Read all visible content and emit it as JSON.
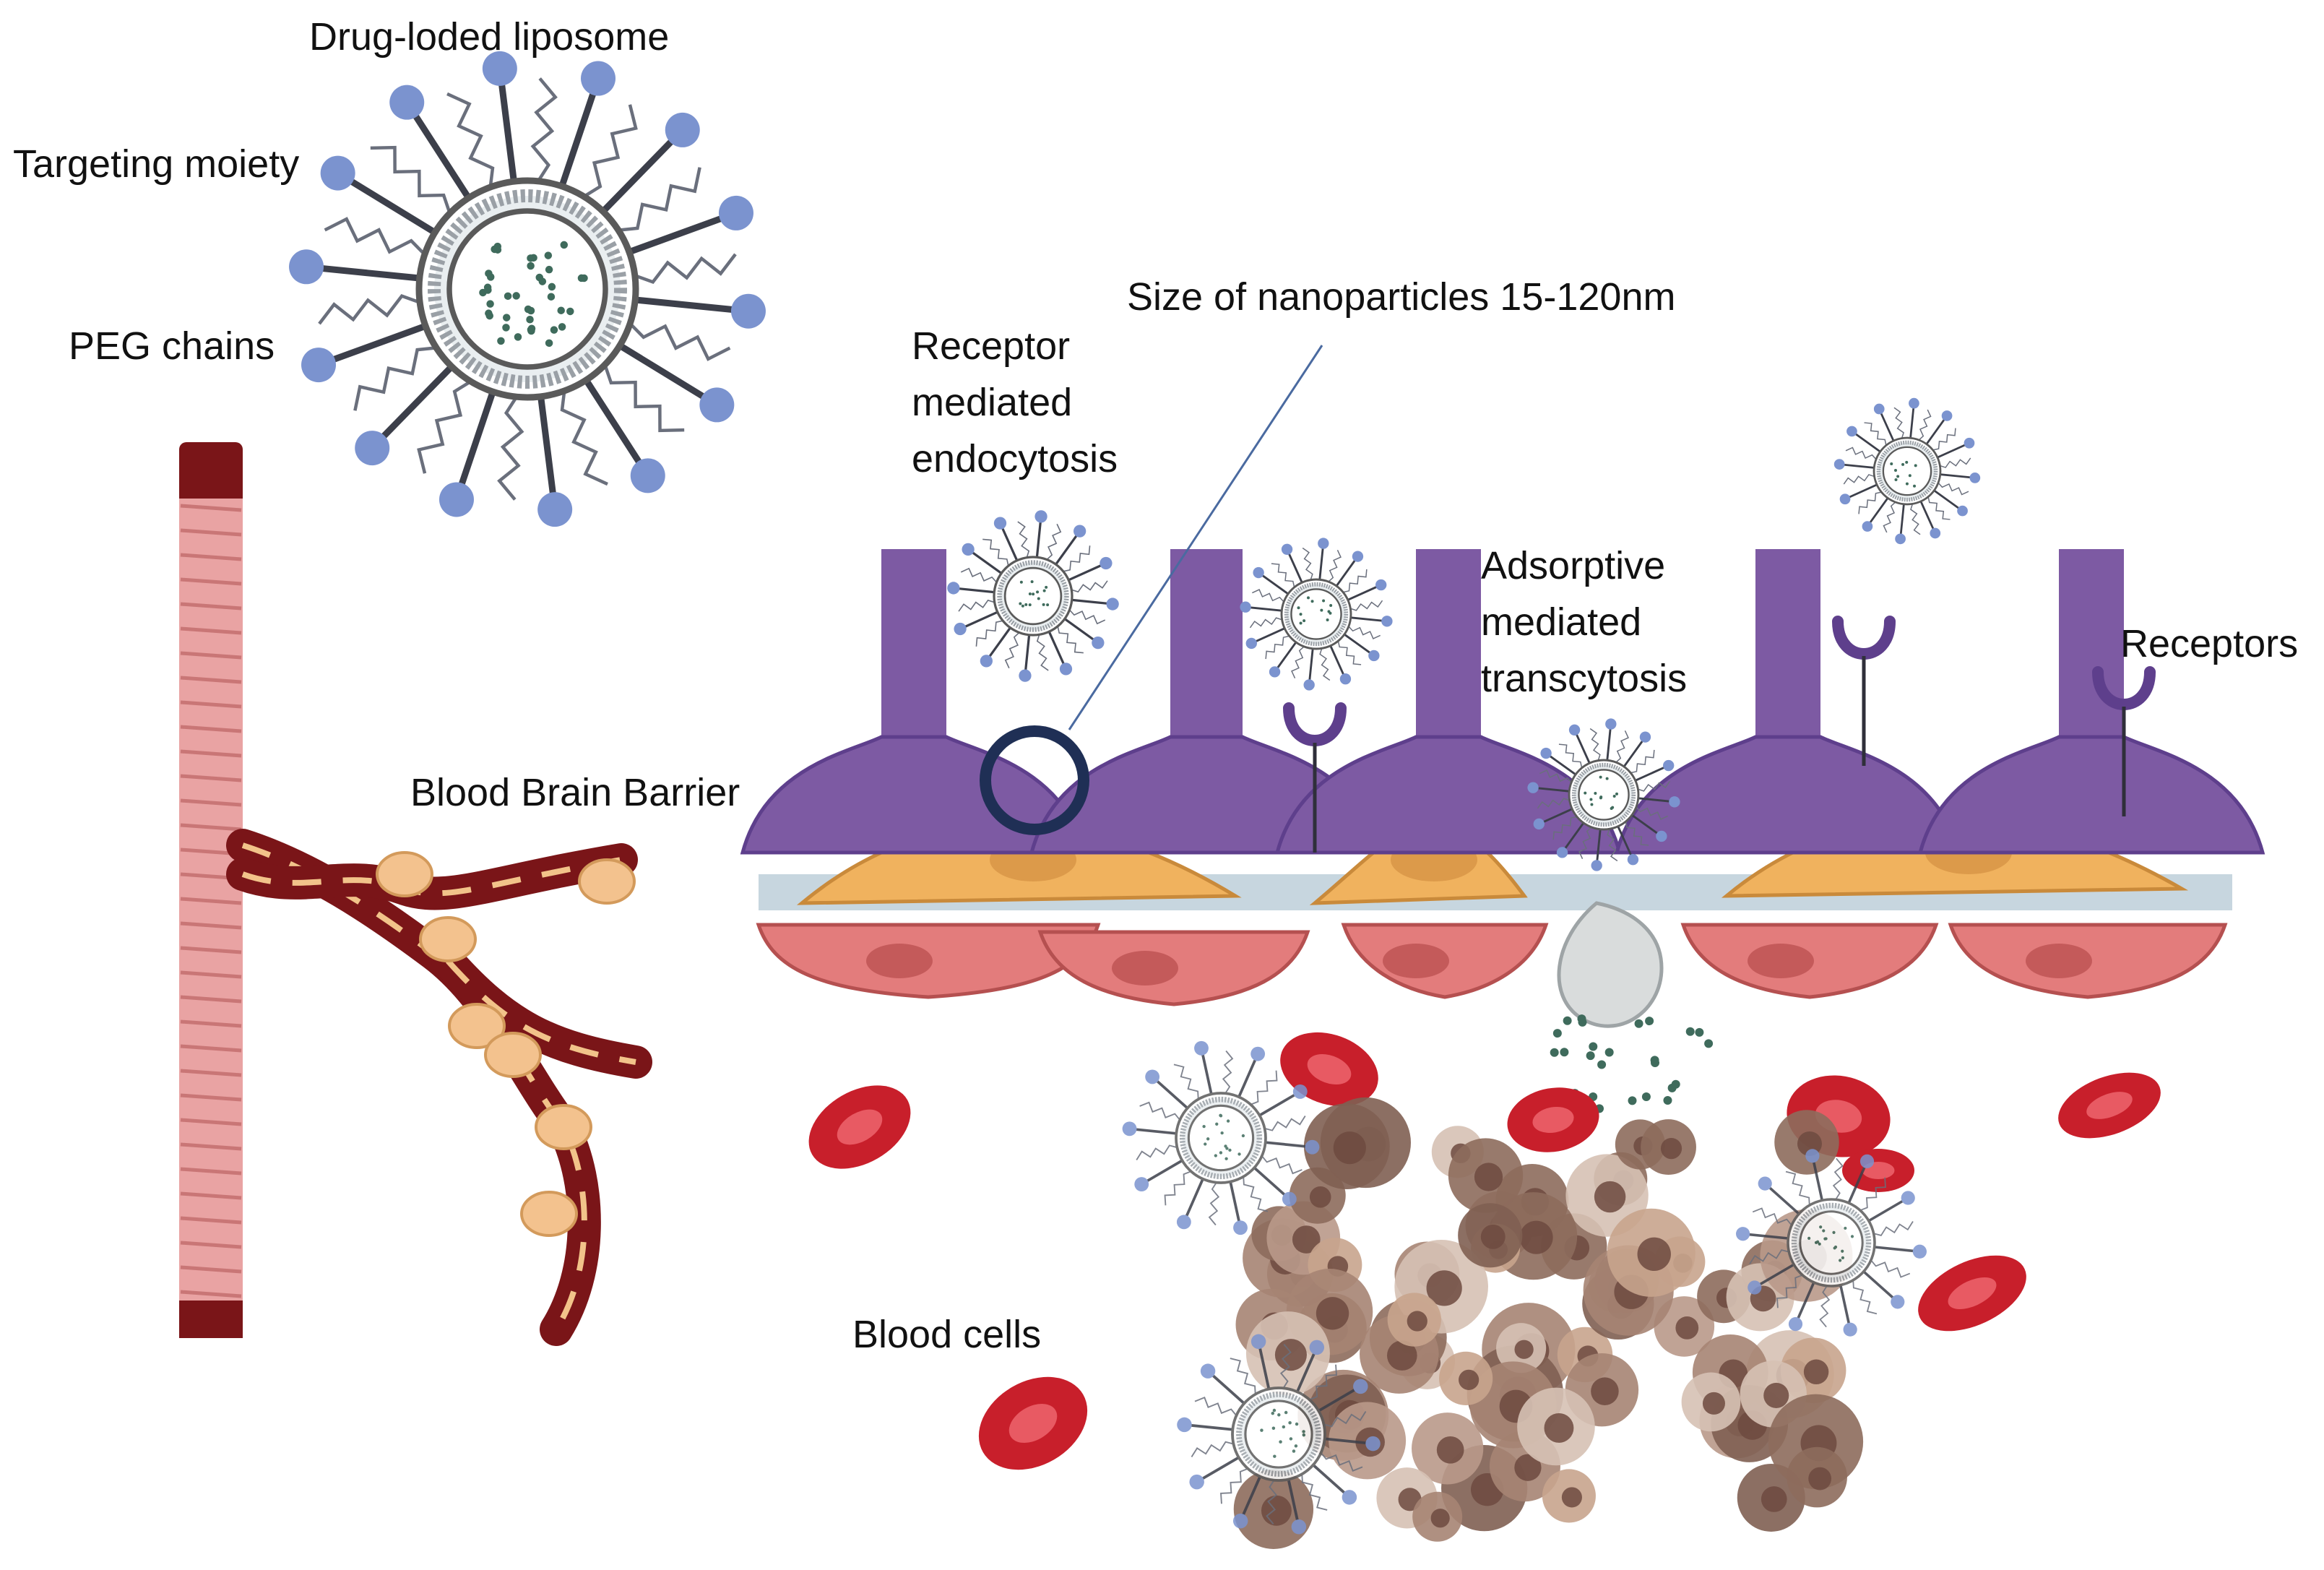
{
  "labels": {
    "liposome": "Drug-loded liposome",
    "targeting_moiety": "Targeting moiety",
    "peg_chains": "PEG chains",
    "bbb": "Blood Brain Barrier",
    "nanoparticle_size": "Size of nanoparticles 15-120nm",
    "receptor_mediated": [
      "Receptor",
      "mediated",
      "endocytosis"
    ],
    "adsorptive_mediated": [
      "Adsorptive",
      "mediated",
      "transcytosis"
    ],
    "receptors": "Receptors",
    "blood_cells": "Blood cells"
  },
  "colors": {
    "ligand": "#7b93cf",
    "membrane": "#5a5a5a",
    "drug_dot": "#3f6b5c",
    "astrocyte": "#7d5aa3",
    "astrocyte_dark": "#5e3f8c",
    "endothelium": "#f0b25e",
    "basement": "#c7d6df",
    "pericyte": "#e37c7c",
    "rbc": "#c81f2b",
    "tumor": "#9c7c6a",
    "vessel_wall": "#e9a3a3",
    "vessel_dark": "#7a1518",
    "highlight_ring": "#1f2f55"
  }
}
